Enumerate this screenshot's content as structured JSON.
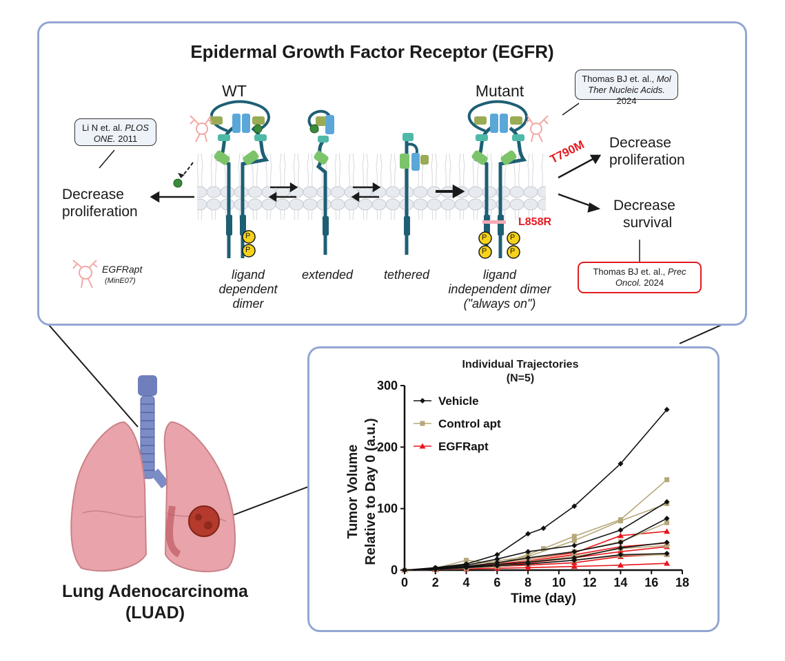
{
  "top_panel": {
    "title": "Epidermal Growth Factor Receptor (EGFR)",
    "wt_label": "WT",
    "mutant_label": "Mutant",
    "left_outcome": [
      "Decrease",
      "proliferation"
    ],
    "right_outcome_1": [
      "Decrease",
      "proliferation"
    ],
    "right_outcome_2": [
      "Decrease",
      "survival"
    ],
    "mutation_1": "T790M",
    "mutation_2": "L858R",
    "phospho": "P",
    "states": [
      [
        "ligand",
        "dependent",
        "dimer"
      ],
      [
        "extended"
      ],
      [
        "tethered"
      ],
      [
        "ligand",
        "independent dimer",
        "(\"always on\")"
      ]
    ],
    "legend": {
      "name": "EGFRapt",
      "sub": "(MinE07)"
    },
    "citations": {
      "li": {
        "pre": "Li N et. al. ",
        "journal": "PLOS ONE.",
        "year": " 2011"
      },
      "thomas_mol": {
        "pre": "Thomas BJ et. al., ",
        "journal": "Mol Ther Nucleic  Acids.",
        "year": " 2024"
      },
      "thomas_prec": {
        "pre": "Thomas BJ et. al., ",
        "journal": "Prec Oncol.",
        "year": " 2024"
      }
    }
  },
  "luad": {
    "line1": "Lung Adenocarcinoma",
    "line2": "(LUAD)"
  },
  "colors": {
    "black": "#111111",
    "tan": "#b5a779",
    "red": "#e8151b",
    "panel_border": "#93a6d2"
  },
  "chart_data": {
    "type": "line",
    "title": "Individual Trajectories",
    "subtitle": "(N=5)",
    "xlabel": "Time (day)",
    "ylabel": [
      "Tumor Volume",
      "Relative to Day 0 (a.u.)"
    ],
    "xlim": [
      0,
      18
    ],
    "ylim": [
      0,
      300
    ],
    "xticks": [
      0,
      2,
      4,
      6,
      8,
      10,
      12,
      14,
      16,
      18
    ],
    "yticks": [
      0,
      100,
      200,
      300
    ],
    "grid": false,
    "legend_position": "top-left",
    "series": [
      {
        "name": "Vehicle",
        "marker": "diamond",
        "color": "#111111",
        "trajectories": [
          [
            [
              0,
              0
            ],
            [
              2,
              4
            ],
            [
              4,
              10
            ],
            [
              6,
              25
            ],
            [
              8,
              59
            ],
            [
              9,
              68
            ],
            [
              11,
              104
            ],
            [
              14,
              173
            ],
            [
              17,
              261
            ]
          ],
          [
            [
              0,
              0
            ],
            [
              2,
              3
            ],
            [
              4,
              8
            ],
            [
              6,
              18
            ],
            [
              8,
              30
            ],
            [
              11,
              40
            ],
            [
              14,
              65
            ],
            [
              17,
              111
            ]
          ],
          [
            [
              0,
              0
            ],
            [
              2,
              2
            ],
            [
              4,
              6
            ],
            [
              6,
              12
            ],
            [
              8,
              20
            ],
            [
              11,
              30
            ],
            [
              14,
              45
            ],
            [
              17,
              84
            ]
          ],
          [
            [
              0,
              0
            ],
            [
              2,
              2
            ],
            [
              4,
              5
            ],
            [
              6,
              9
            ],
            [
              8,
              13
            ],
            [
              11,
              20
            ],
            [
              14,
              36
            ],
            [
              17,
              45
            ]
          ],
          [
            [
              0,
              0
            ],
            [
              2,
              1
            ],
            [
              4,
              4
            ],
            [
              6,
              7
            ],
            [
              8,
              10
            ],
            [
              11,
              16
            ],
            [
              14,
              25
            ],
            [
              17,
              27
            ]
          ]
        ]
      },
      {
        "name": "Control apt",
        "marker": "square",
        "color": "#b5a779",
        "trajectories": [
          [
            [
              0,
              0
            ],
            [
              2,
              3
            ],
            [
              4,
              16
            ],
            [
              6,
              10
            ],
            [
              8,
              25
            ],
            [
              9,
              35
            ],
            [
              11,
              55
            ],
            [
              14,
              82
            ],
            [
              17,
              147
            ]
          ],
          [
            [
              0,
              0
            ],
            [
              2,
              2
            ],
            [
              4,
              8
            ],
            [
              6,
              15
            ],
            [
              8,
              22
            ],
            [
              11,
              48
            ],
            [
              14,
              80
            ],
            [
              17,
              108
            ]
          ],
          [
            [
              0,
              0
            ],
            [
              2,
              2
            ],
            [
              4,
              6
            ],
            [
              6,
              12
            ],
            [
              8,
              18
            ],
            [
              11,
              30
            ],
            [
              14,
              46
            ],
            [
              17,
              77
            ]
          ],
          [
            [
              0,
              0
            ],
            [
              2,
              1
            ],
            [
              4,
              4
            ],
            [
              6,
              8
            ],
            [
              8,
              14
            ],
            [
              11,
              22
            ],
            [
              14,
              35
            ],
            [
              17,
              40
            ]
          ],
          [
            [
              0,
              0
            ],
            [
              2,
              1
            ],
            [
              4,
              3
            ],
            [
              6,
              6
            ],
            [
              8,
              10
            ],
            [
              11,
              16
            ],
            [
              14,
              24
            ],
            [
              17,
              25
            ]
          ]
        ]
      },
      {
        "name": "EGFRapt",
        "marker": "triangle",
        "color": "#e8151b",
        "trajectories": [
          [
            [
              0,
              0
            ],
            [
              2,
              2
            ],
            [
              4,
              6
            ],
            [
              6,
              12
            ],
            [
              8,
              18
            ],
            [
              11,
              28
            ],
            [
              14,
              56
            ],
            [
              17,
              63
            ]
          ],
          [
            [
              0,
              0
            ],
            [
              2,
              2
            ],
            [
              4,
              5
            ],
            [
              6,
              10
            ],
            [
              8,
              15
            ],
            [
              11,
              25
            ],
            [
              14,
              38
            ],
            [
              17,
              44
            ]
          ],
          [
            [
              0,
              0
            ],
            [
              2,
              1
            ],
            [
              4,
              4
            ],
            [
              6,
              8
            ],
            [
              8,
              12
            ],
            [
              11,
              20
            ],
            [
              14,
              30
            ],
            [
              17,
              38
            ]
          ],
          [
            [
              0,
              0
            ],
            [
              2,
              1
            ],
            [
              4,
              3
            ],
            [
              6,
              6
            ],
            [
              8,
              8
            ],
            [
              11,
              12
            ],
            [
              14,
              22
            ],
            [
              17,
              26
            ]
          ],
          [
            [
              0,
              0
            ],
            [
              2,
              1
            ],
            [
              4,
              2
            ],
            [
              6,
              3
            ],
            [
              8,
              4
            ],
            [
              11,
              6
            ],
            [
              14,
              8
            ],
            [
              17,
              11
            ]
          ]
        ]
      }
    ]
  }
}
